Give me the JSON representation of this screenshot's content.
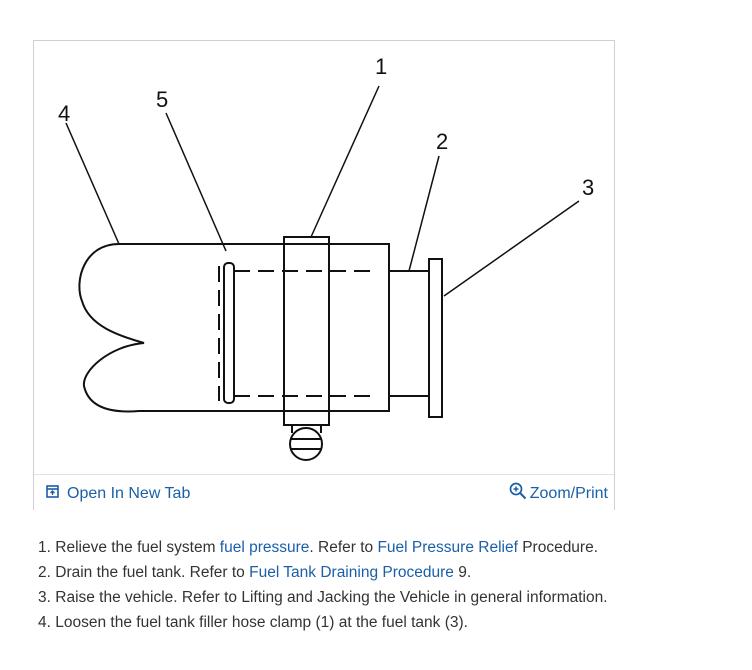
{
  "figure": {
    "callouts": [
      "1",
      "2",
      "3",
      "4",
      "5"
    ],
    "open_tab_label": "Open In New Tab",
    "open_tab_icon": "open-in-new-tab-icon",
    "zoom_label": "Zoom/Print",
    "zoom_icon": "zoom-in-icon",
    "link_color": "#1a5fa8"
  },
  "steps": [
    {
      "num": "1.",
      "pre": "Relieve the fuel system ",
      "link1": "fuel pressure",
      "mid": ". Refer to ",
      "link2": "Fuel Pressure Relief",
      "post": " Procedure."
    },
    {
      "num": "2.",
      "pre": "Drain the fuel tank. Refer to ",
      "link1": "Fuel Tank Draining Procedure",
      "post": " 9."
    },
    {
      "num": "3.",
      "text": "Raise the vehicle. Refer to Lifting and Jacking the Vehicle in general information."
    },
    {
      "num": "4.",
      "text": "Loosen the fuel tank filler hose clamp (1) at the fuel tank (3)."
    }
  ]
}
